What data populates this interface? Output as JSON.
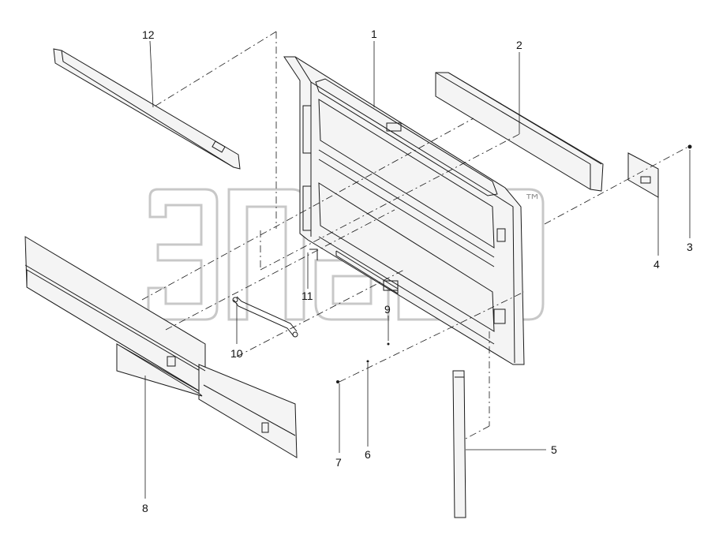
{
  "watermark": {
    "trademark": "™"
  },
  "callouts": {
    "c1": "1",
    "c2": "2",
    "c3": "3",
    "c4": "4",
    "c5": "5",
    "c6": "6",
    "c7": "7",
    "c8": "8",
    "c9": "9",
    "c10": "10",
    "c11": "11",
    "c12": "12"
  }
}
